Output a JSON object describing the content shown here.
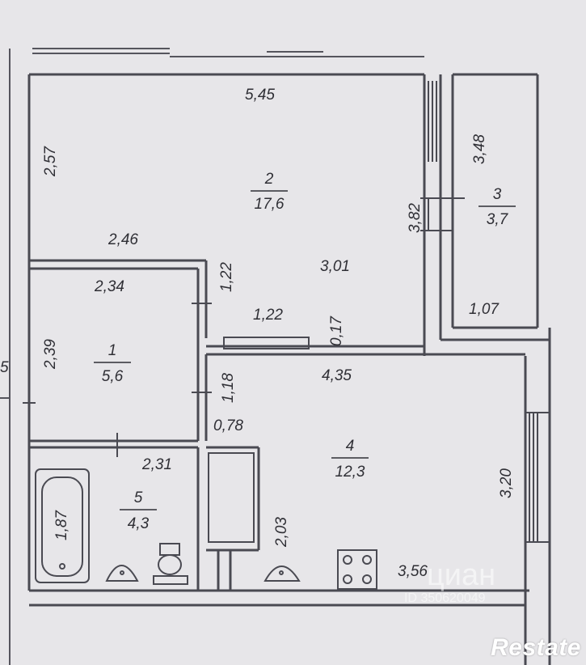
{
  "plan": {
    "rooms": [
      {
        "number": "1",
        "area": "5,6"
      },
      {
        "number": "2",
        "area": "17,6"
      },
      {
        "number": "3",
        "area": "3,7"
      },
      {
        "number": "4",
        "area": "12,3"
      },
      {
        "number": "5",
        "area": "4,3"
      }
    ],
    "dimensions": {
      "top_width": "5,45",
      "room2_left_height": "2,57",
      "room2_lower_width": "2,46",
      "room2_right_height": "3,82",
      "room2_inner_height": "3,01",
      "balcony_height": "3,48",
      "balcony_width": "1,07",
      "room1_width": "2,34",
      "room1_height": "2,39",
      "hall_door_height": "1,22",
      "hall_width": "1,22",
      "hall_gap": "0,17",
      "kitchen_width": "4,35",
      "hall_lower_height": "1,18",
      "closet_width": "0,78",
      "kitchen_height": "3,20",
      "bath_width": "2,31",
      "tub_length": "1,87",
      "closet_height": "2,03",
      "kitchen_bottom_width": "3,56"
    },
    "edge_fragment": "5"
  },
  "watermark": {
    "brand": "циан",
    "listing_id": "ID 350620049"
  },
  "logo": {
    "text": "Restate"
  },
  "colors": {
    "paper": "#e7e6e9",
    "wall": "#4a4a52",
    "text": "#2f2f35"
  }
}
